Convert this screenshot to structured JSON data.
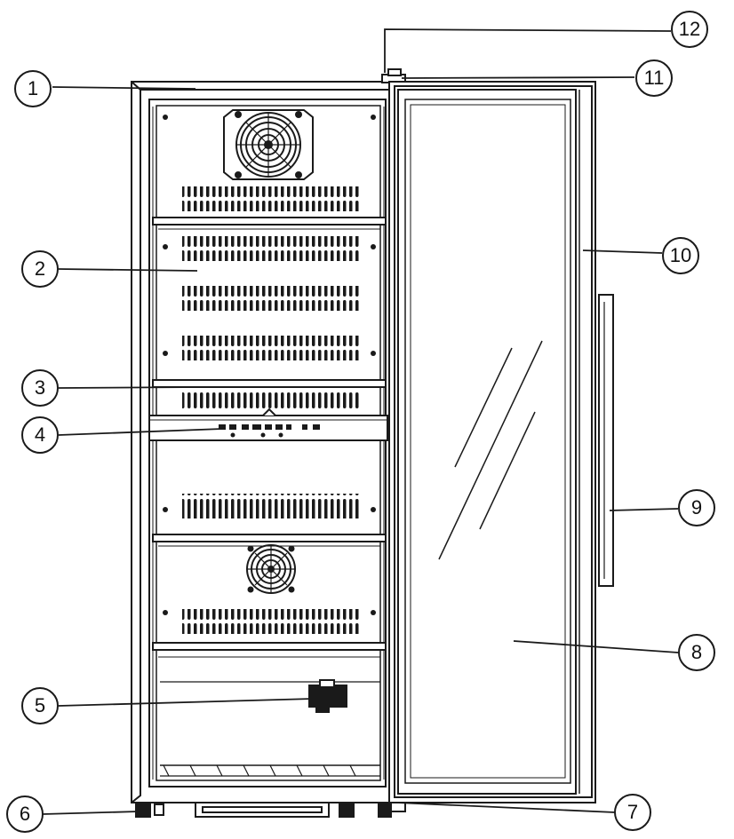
{
  "colors": {
    "line": "#1a1a1a",
    "background": "#ffffff"
  },
  "callouts": [
    {
      "label": "1"
    },
    {
      "label": "2"
    },
    {
      "label": "3"
    },
    {
      "label": "4"
    },
    {
      "label": "5"
    },
    {
      "label": "6"
    },
    {
      "label": "7"
    },
    {
      "label": "8"
    },
    {
      "label": "9"
    },
    {
      "label": "10"
    },
    {
      "label": "11"
    },
    {
      "label": "12"
    }
  ]
}
